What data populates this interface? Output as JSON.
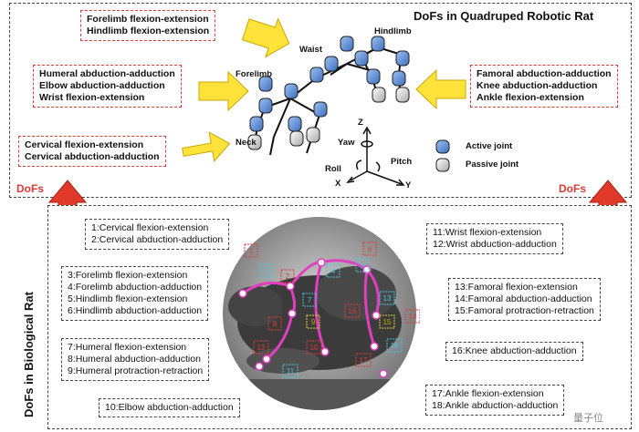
{
  "top_title": "DoFs in Quadruped Robotic Rat",
  "side_title": "DoFs in Biological Rat",
  "dofs_label_left": "DoFs",
  "dofs_label_right": "DoFs",
  "robot_labels": {
    "waist": "Waist",
    "hindlimb": "Hindlimb",
    "forelimb": "Forelimb",
    "neck": "Neck",
    "yaw": "Yaw",
    "roll": "Roll",
    "pitch": "Pitch",
    "axis_z": "Z",
    "axis_x": "X",
    "axis_y": "Y",
    "active_joint": "Active joint",
    "passive_joint": "Passive joint"
  },
  "robot_boxes": {
    "limb_flex": [
      "Forelimb flexion-extension",
      "Hindlimb flexion-extension"
    ],
    "fore_joints": [
      "Humeral abduction-adduction",
      "Elbow abduction-adduction",
      "Wrist flexion-extension"
    ],
    "cervical": [
      "Cervical flexion-extension",
      "Cervical abduction-adduction"
    ],
    "hind_joints": [
      "Famoral abduction-adduction",
      "Knee abduction-adduction",
      "Ankle flexion-extension"
    ]
  },
  "bio_boxes": {
    "b1": [
      "1:Cervical flexion-extension",
      "2:Cervical abduction-adduction"
    ],
    "b2": [
      "3:Forelimb flexion-extension",
      "4:Forelimb abduction-adduction",
      "5:Hindlimb flexion-extension",
      "6:Hindlimb abduction-adduction"
    ],
    "b3": [
      "7:Humeral flexion-extension",
      "8:Humeral abduction-adduction",
      "9:Humeral protraction-retraction"
    ],
    "b4": [
      "10:Elbow abduction-adduction"
    ],
    "b5": [
      "11:Wrist flexion-extension",
      "12:Wrist abduction-adduction"
    ],
    "b6": [
      "13:Famoral flexion-extension",
      "14:Famoral abduction-adduction",
      "15:Famoral protraction-retraction"
    ],
    "b7": [
      "16:Knee abduction-adduction"
    ],
    "b8": [
      "17:Ankle flexion-extension",
      "18:Ankle abduction-adduction"
    ]
  },
  "markers": [
    "1",
    "2",
    "3",
    "4",
    "5",
    "6",
    "7",
    "8",
    "9",
    "10",
    "11",
    "12",
    "13",
    "14",
    "15",
    "16",
    "17",
    "18"
  ],
  "watermark": "量子位",
  "colors": {
    "red": "#e03a3a",
    "arrow_yellow": "#ffe23a",
    "active_blue": "#5b8ed6",
    "marker_cyan": "#43c6e6",
    "marker_yellow": "#e8d23a",
    "skeleton_pink": "#e040c0"
  }
}
